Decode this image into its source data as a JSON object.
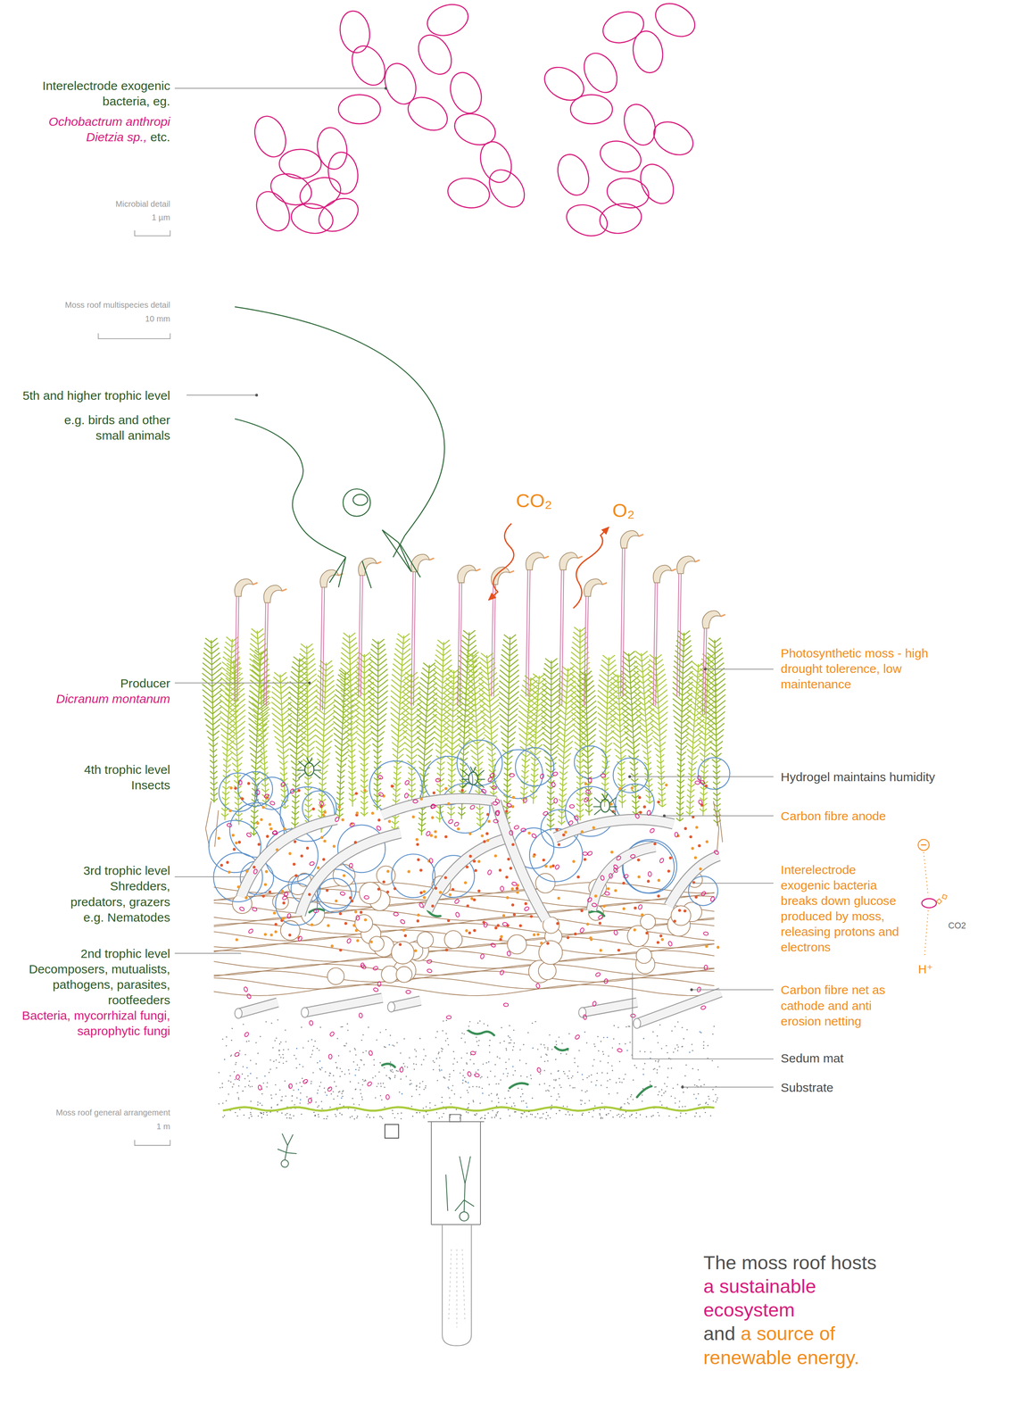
{
  "diagram": {
    "labels": [
      "Interelectrode exogenic bacteria, eg.",
      "Ochobactrum anthropi",
      "Dietzia sp.,",
      "etc.",
      "Microbial detail",
      "1 µm",
      "Moss roof multispecies detail",
      "10 mm",
      "5th and higher trophic level",
      "e.g. birds and other small animals",
      "CO₂",
      "O₂",
      "Photosynthetic moss - high drought tolerence, low maintenance",
      "Producer",
      "Dicranum montanum",
      "4th trophic level",
      "Insects",
      "Hydrogel maintains humidity",
      "Carbon fibre anode",
      "3rd trophic level",
      "Shredders, predators, grazers e.g. Nematodes",
      "Interelectrode exogenic bacteria breaks down glucose produced by moss, releasing protons and electrons",
      "CO2",
      "H⁺",
      "2nd trophic level",
      "Decomposers, mutualists, pathogens, parasites, rootfeeders",
      "Bacteria, mycorrhizal fungi, saprophytic fungi",
      "Carbon fibre net as cathode and anti erosion netting",
      "Sedum mat",
      "Substrate",
      "Moss roof general arrangement",
      "1 m",
      "The moss roof hosts",
      "a sustainable ecosystem",
      "and",
      "a source of renewable energy."
    ]
  }
}
